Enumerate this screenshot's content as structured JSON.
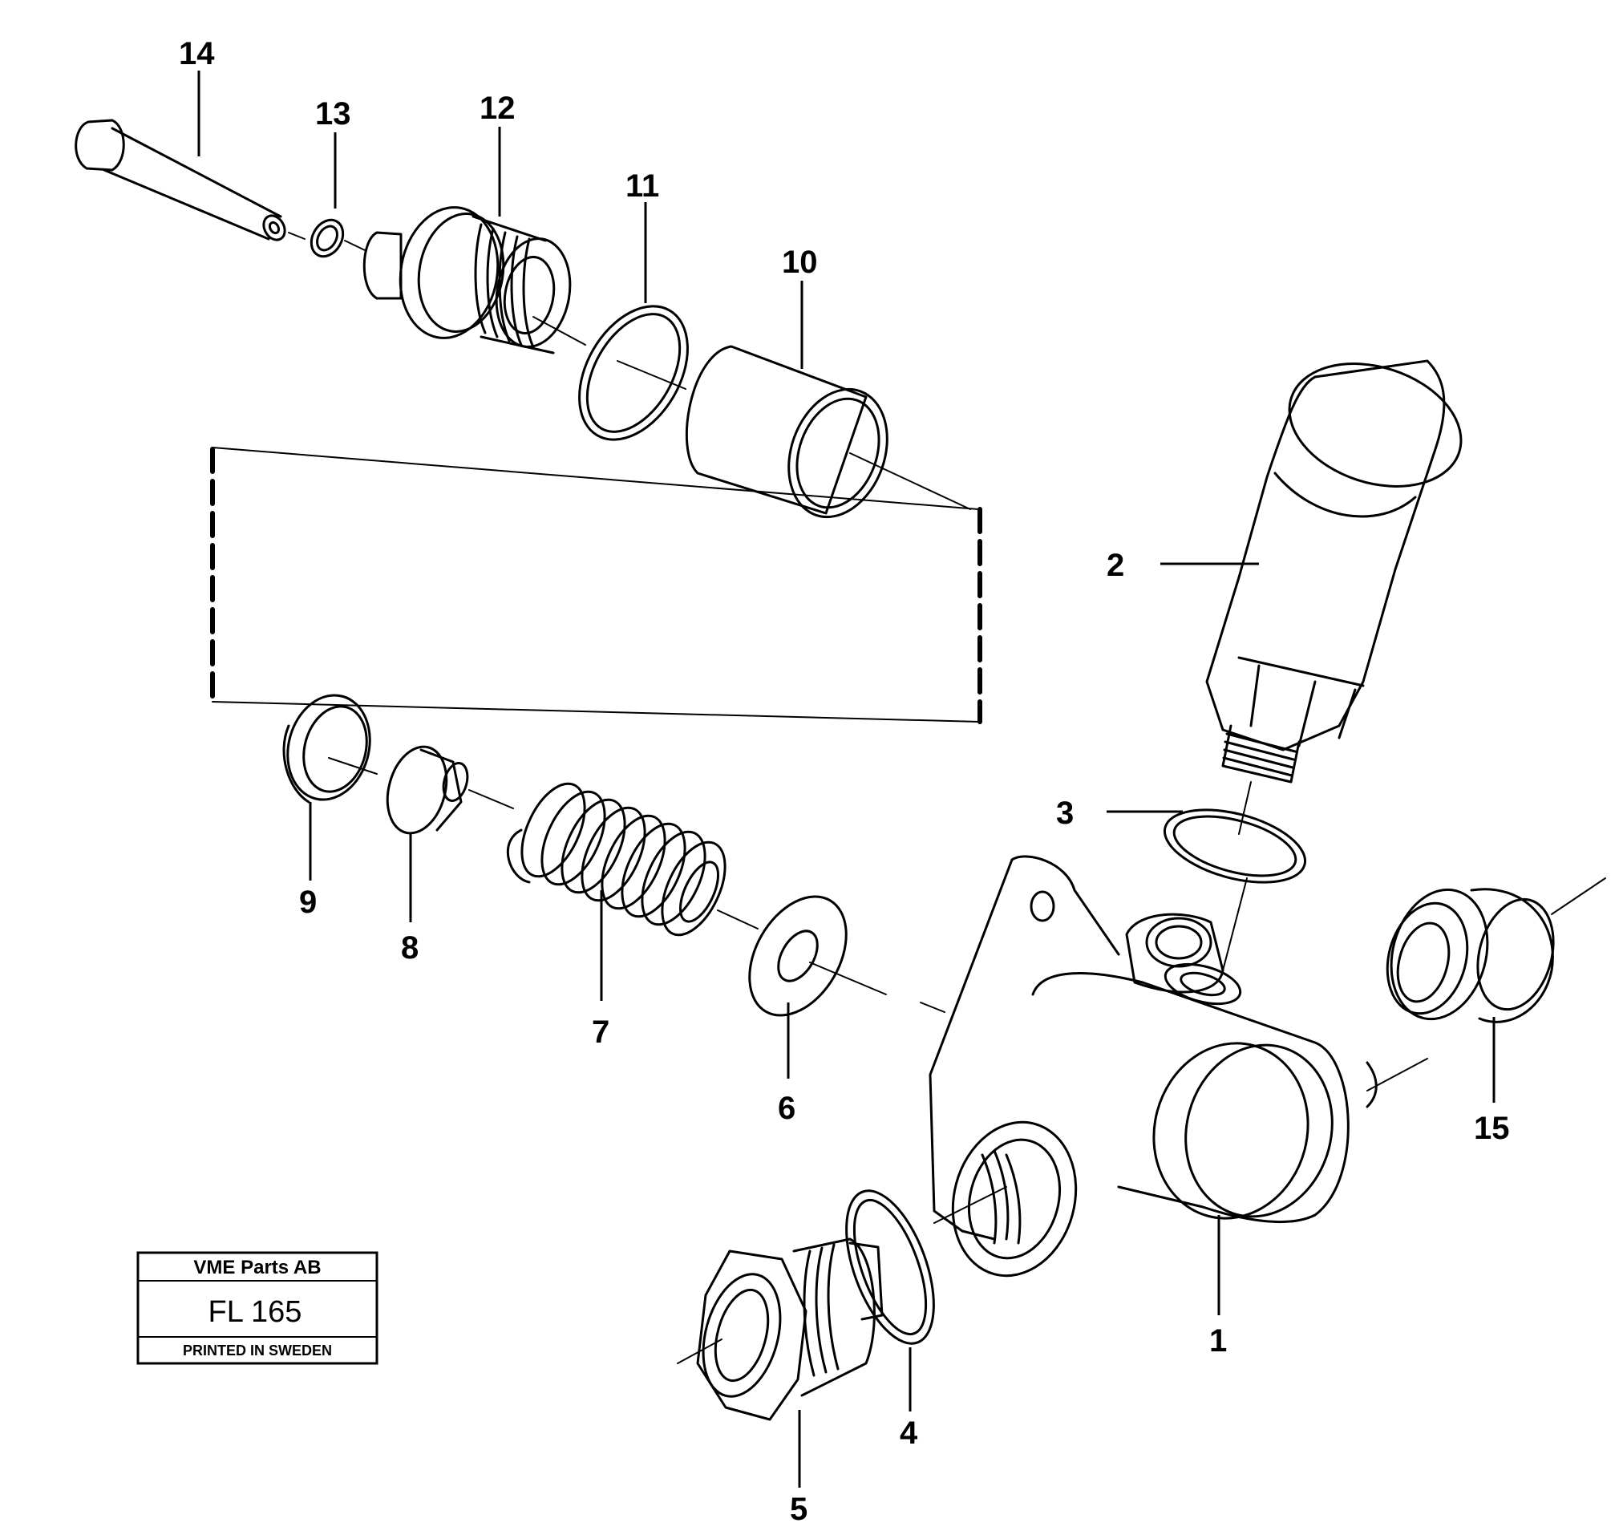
{
  "callouts": {
    "c1": "1",
    "c2": "2",
    "c3": "3",
    "c4": "4",
    "c5": "5",
    "c6": "6",
    "c7": "7",
    "c8": "8",
    "c9": "9",
    "c10": "10",
    "c11": "11",
    "c12": "12",
    "c13": "13",
    "c14": "14",
    "c15": "15"
  },
  "title_block": {
    "company": "VME Parts AB",
    "code": "FL 165",
    "footer": "PRINTED IN SWEDEN"
  },
  "colors": {
    "ink": "#000000",
    "paper": "#ffffff"
  }
}
